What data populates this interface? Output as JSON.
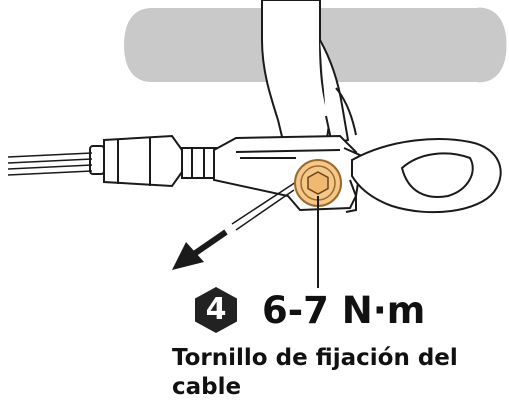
{
  "callout": {
    "step_number": "4",
    "torque": "6-7 N·m",
    "caption": "Tornillo de fijación del cable"
  },
  "colors": {
    "bolt_fill": "#f5c78a",
    "bolt_stroke": "#9a6a2a",
    "body_gray": "#c9c9c9",
    "badge": "#222222",
    "line": "#1a1a1a"
  },
  "icons": {
    "badge": "hexagon-step-badge",
    "arrow": "pull-direction-arrow"
  }
}
